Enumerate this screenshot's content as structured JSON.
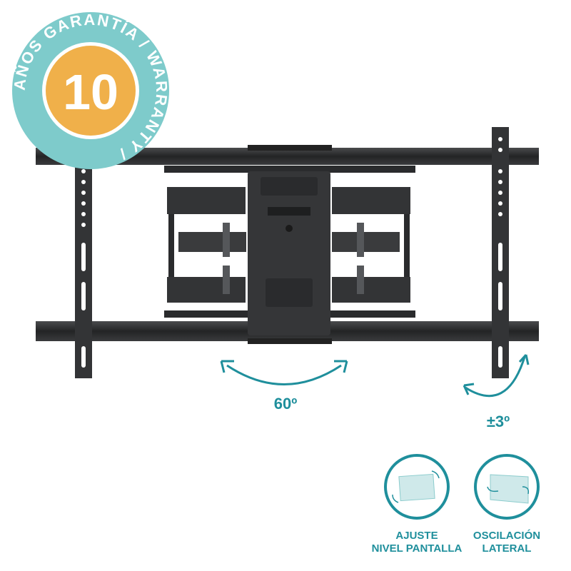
{
  "badge": {
    "number": "10",
    "ring_text": "AÑOS GARANTÍA / WARRANTY /",
    "ring_color": "#7ecbcb",
    "center_color": "#f0b04a"
  },
  "angles": {
    "swivel": "60º",
    "tilt": "±3º"
  },
  "features": [
    {
      "line1": "AJUSTE",
      "line2": "NIVEL PANTALLA"
    },
    {
      "line1": "OSCILACIÓN",
      "line2": "LATERAL"
    }
  ],
  "colors": {
    "accent": "#1f8f9c",
    "metal": "#2e2f31"
  }
}
